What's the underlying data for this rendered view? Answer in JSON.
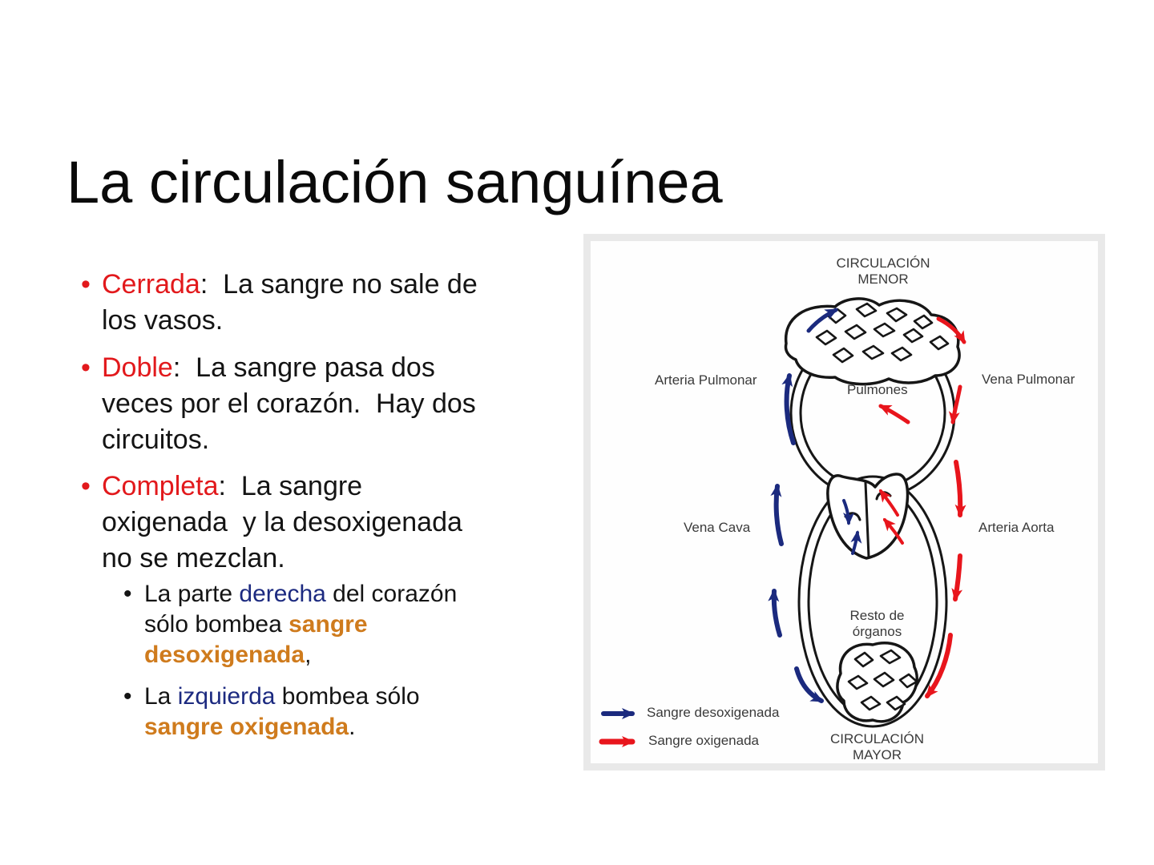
{
  "slide": {
    "title": "La circulación sanguínea",
    "bullet_marker": "•"
  },
  "colors": {
    "term_red": "#e2191c",
    "emphasis_blue": "#1c2a80",
    "emphasis_orange": "#cf7b1d",
    "deoxygenated_arrow": "#1b2a7e",
    "oxygenated_arrow": "#e8151c",
    "panel_border": "#e9e9e9",
    "diagram_label_gray": "#3a3a3a",
    "body_text": "#141414"
  },
  "bullets": [
    {
      "level": 1,
      "lines": [
        [
          {
            "t": "Cerrada",
            "c": "r"
          },
          {
            "t": ":  La sangre no sale de",
            "c": "k"
          }
        ],
        [
          {
            "t": "los vasos.",
            "c": "k"
          }
        ]
      ]
    },
    {
      "level": 1,
      "lines": [
        [
          {
            "t": "Doble",
            "c": "r"
          },
          {
            "t": ":  La sangre pasa dos",
            "c": "k"
          }
        ],
        [
          {
            "t": "veces por el corazón.  Hay dos",
            "c": "k"
          }
        ],
        [
          {
            "t": "circuitos.",
            "c": "k"
          }
        ]
      ]
    },
    {
      "level": 1,
      "lines": [
        [
          {
            "t": "Completa",
            "c": "r"
          },
          {
            "t": ":  La sangre",
            "c": "k"
          }
        ],
        [
          {
            "t": "oxigenada  y la desoxigenada",
            "c": "k"
          }
        ],
        [
          {
            "t": "no se mezclan.",
            "c": "k"
          }
        ]
      ]
    },
    {
      "level": 2,
      "lines": [
        [
          {
            "t": "La parte ",
            "c": "k"
          },
          {
            "t": "derecha",
            "c": "b"
          },
          {
            "t": " del corazón",
            "c": "k"
          }
        ],
        [
          {
            "t": "sólo bombea ",
            "c": "k"
          },
          {
            "t": "sangre",
            "c": "o"
          }
        ],
        [
          {
            "t": "desoxigenada",
            "c": "o"
          },
          {
            "t": ",",
            "c": "k"
          }
        ]
      ]
    },
    {
      "level": 2,
      "lines": [
        [
          {
            "t": "La ",
            "c": "k"
          },
          {
            "t": "izquierda",
            "c": "b"
          },
          {
            "t": " bombea sólo",
            "c": "k"
          }
        ],
        [
          {
            "t": "sangre oxigenada",
            "c": "o"
          },
          {
            "t": ".",
            "c": "k"
          }
        ]
      ]
    }
  ],
  "diagram": {
    "circulacion_menor": [
      "CIRCULACIÓN",
      "MENOR"
    ],
    "arteria_pulmonar": "Arteria Pulmonar",
    "pulmones": "Pulmones",
    "vena_pulmonar": "Vena Pulmonar",
    "vena_cava": "Vena Cava",
    "arteria_aorta": "Arteria Aorta",
    "resto_de_organos": [
      "Resto de",
      "órganos"
    ],
    "circulacion_mayor": [
      "CIRCULACIÓN",
      "MAYOR"
    ],
    "legend": [
      {
        "label": "Sangre desoxigenada",
        "color": "#1b2a7e"
      },
      {
        "label": "Sangre oxigenada",
        "color": "#e8151c"
      }
    ]
  }
}
